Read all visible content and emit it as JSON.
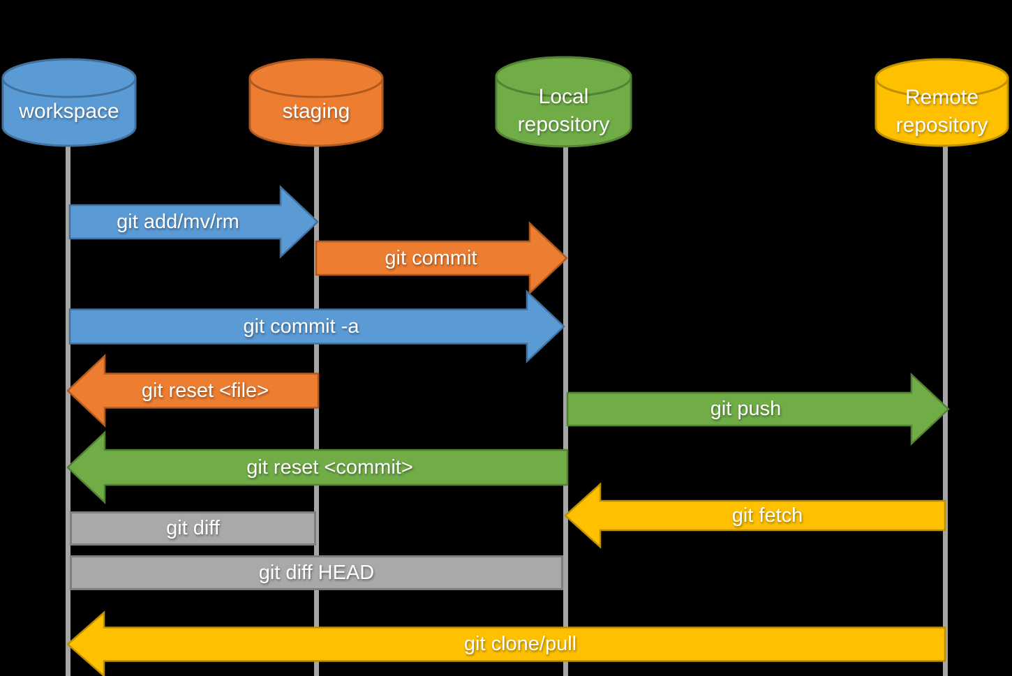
{
  "canvas": {
    "background": "#000000",
    "lifeline_color": "#A6A6A6"
  },
  "nodes": [
    {
      "id": "workspace",
      "label": "workspace",
      "lines": [
        "workspace"
      ],
      "fill": "#5B9BD5",
      "border": "#41719C"
    },
    {
      "id": "staging",
      "label": "staging",
      "lines": [
        "staging"
      ],
      "fill": "#ED7D31",
      "border": "#AE5A21"
    },
    {
      "id": "local-repository",
      "label": "Local repository",
      "lines": [
        "Local",
        "repository"
      ],
      "fill": "#70AD47",
      "border": "#548235"
    },
    {
      "id": "remote-repository",
      "label": "Remote repository",
      "lines": [
        "Remote",
        "repository"
      ],
      "fill": "#FFC000",
      "border": "#BF9000"
    }
  ],
  "arrows": [
    {
      "label": "git add/mv/rm",
      "from": "workspace",
      "to": "staging",
      "direction": "right",
      "fill": "#5B9BD5",
      "border": "#41719C"
    },
    {
      "label": "git commit",
      "from": "staging",
      "to": "local-repository",
      "direction": "right",
      "fill": "#ED7D31",
      "border": "#AE5A21"
    },
    {
      "label": "git commit -a",
      "from": "workspace",
      "to": "local-repository",
      "direction": "right",
      "fill": "#5B9BD5",
      "border": "#41719C"
    },
    {
      "label": "git reset <file>",
      "from": "staging",
      "to": "workspace",
      "direction": "left",
      "fill": "#ED7D31",
      "border": "#AE5A21"
    },
    {
      "label": "git push",
      "from": "local-repository",
      "to": "remote-repository",
      "direction": "right",
      "fill": "#70AD47",
      "border": "#548235"
    },
    {
      "label": "git reset <commit>",
      "from": "local-repository",
      "to": "workspace",
      "direction": "left",
      "fill": "#70AD47",
      "border": "#548235"
    },
    {
      "label": "git fetch",
      "from": "remote-repository",
      "to": "local-repository",
      "direction": "left",
      "fill": "#FFC000",
      "border": "#BF9000"
    },
    {
      "label": "git diff",
      "from": "workspace",
      "to": "staging",
      "direction": "none",
      "fill": "#A9A9A9",
      "border": "#7F7F7F"
    },
    {
      "label": "git diff HEAD",
      "from": "workspace",
      "to": "local-repository",
      "direction": "none",
      "fill": "#A9A9A9",
      "border": "#7F7F7F"
    },
    {
      "label": "git clone/pull",
      "from": "remote-repository",
      "to": "workspace",
      "direction": "left",
      "fill": "#FFC000",
      "border": "#BF9000"
    }
  ]
}
